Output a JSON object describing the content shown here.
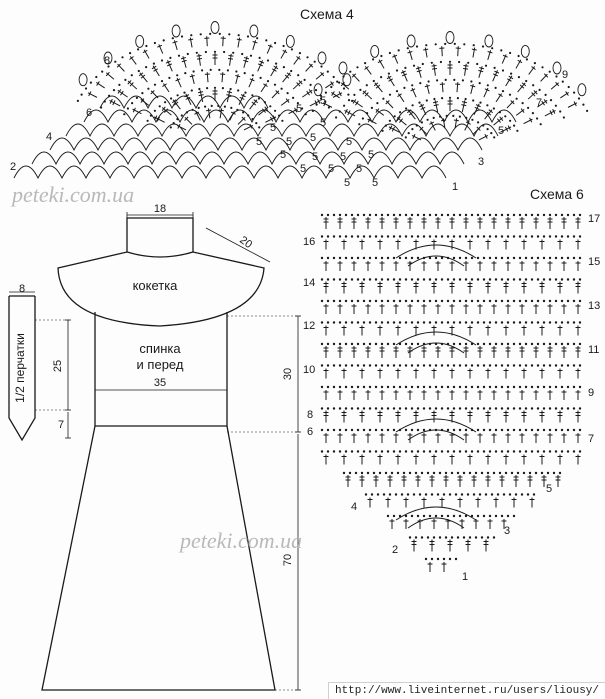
{
  "schemes": {
    "s4": {
      "title": "Схема 4",
      "rows_left": [
        "2",
        "4",
        "6",
        "8"
      ],
      "rows_right": [
        "1",
        "3",
        "5",
        "7",
        "9"
      ],
      "stitch_count": "5",
      "loop_count": "3"
    },
    "s6": {
      "title": "Схема 6",
      "rows_left": [
        "2",
        "4",
        "6",
        "8",
        "10",
        "12",
        "14",
        "16"
      ],
      "rows_right": [
        "1",
        "3",
        "5",
        "7",
        "9",
        "11",
        "13",
        "15",
        "17"
      ]
    }
  },
  "pattern": {
    "yoke_label": "кокетка",
    "body_label_1": "спинка",
    "body_label_2": "и перед",
    "glove_label": "1/2 перчатки",
    "dims": {
      "neck": "18",
      "yoke_side": "20",
      "glove_width": "8",
      "glove_length": "25",
      "glove_tip": "7",
      "body_width": "35",
      "body_height": "30",
      "skirt_height": "70"
    }
  },
  "watermark": "peteki.com.ua",
  "source_url": "http://www.liveinternet.ru/users/liousy/",
  "colors": {
    "ink": "#1a1a1a",
    "watermark": "#b9b9b9",
    "paper": "#fdfdfd"
  }
}
